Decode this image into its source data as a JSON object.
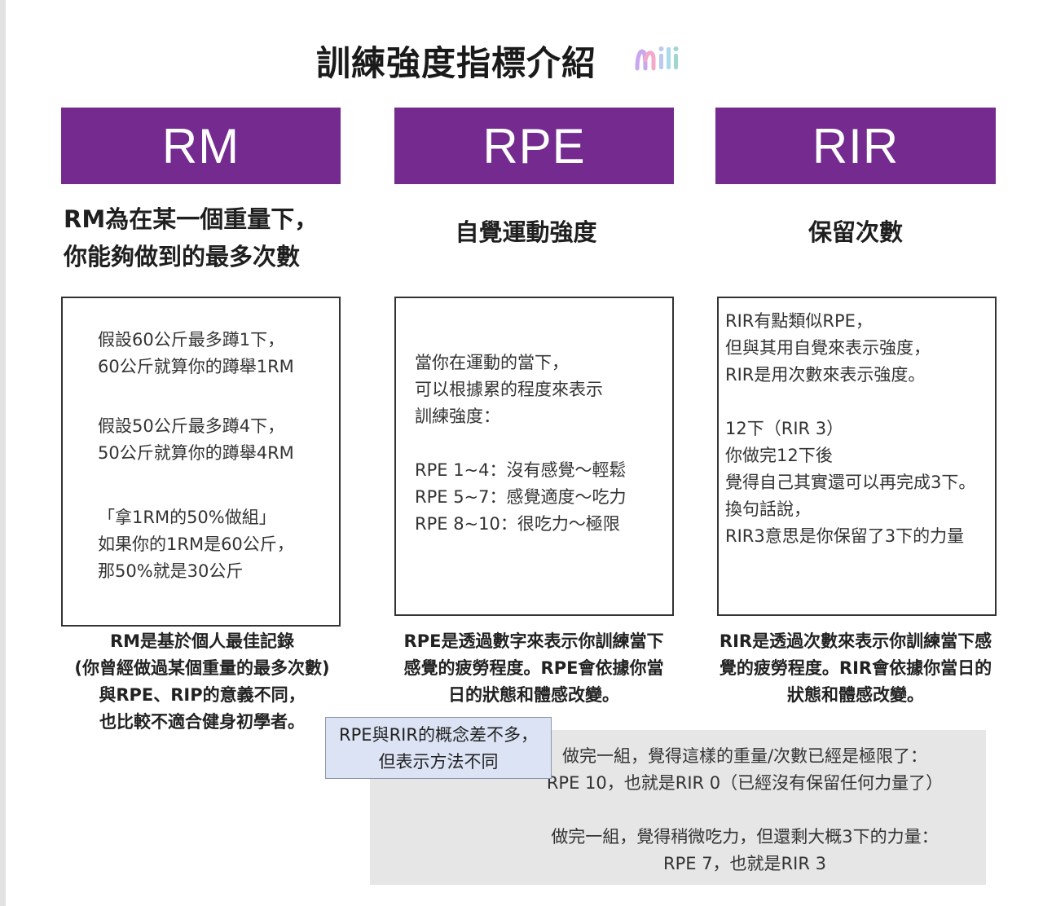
{
  "title": "訓練強度指標介紹",
  "columns": [
    {
      "header": "RM",
      "subtitle": [
        "RM為在某一個重量下，",
        "你能夠做到的最多次數"
      ],
      "box_lines": [
        "假設60公斤最多蹲1下，",
        "60公斤就算你的蹲舉1RM",
        "",
        "假設50公斤最多蹲4下，",
        "50公斤就算你的蹲舉4RM",
        "",
        "「拿1RM的50%做組」",
        "如果你的1RM是60公斤，",
        "那50%就是30公斤"
      ],
      "note": [
        "RM是基於個人最佳記錄",
        "(你曾經做過某個重量的最多次數)",
        "與RPE、RIP的意義不同，",
        "也比較不適合健身初學者。"
      ]
    },
    {
      "header": "RPE",
      "subtitle": [
        "自覺運動強度"
      ],
      "box_lines": [
        "當你在運動的當下，",
        "可以根據累的程度來表示",
        "訓練強度：",
        "",
        "RPE 1~4：沒有感覺～輕鬆",
        "RPE 5~7：感覺適度～吃力",
        "RPE 8~10：很吃力～極限"
      ],
      "note": [
        "RPE是透過數字來表示你訓練當下",
        "感覺的疲勞程度。RPE會依據你當",
        "日的狀態和體感改變。"
      ]
    },
    {
      "header": "RIR",
      "subtitle": [
        "保留次數"
      ],
      "box_lines": [
        "RIR有點類似RPE，",
        "但與其用自覺來表示強度，",
        "RIR是用次數來表示強度。",
        "",
        "12下（RIR 3）",
        "你做完12下後",
        "覺得自己其實還可以再完成3下。",
        "換句話說，",
        "RIR3意思是你保留了3下的力量"
      ],
      "note": [
        "RIR是透過次數來表示你訓練當下感",
        "覺的疲勞程度。RIR會依據你當日的",
        "狀態和體感改變。"
      ]
    }
  ],
  "callout": [
    "RPE與RIR的概念差不多，",
    "但表示方法不同"
  ],
  "example": [
    "做完一組，覺得這樣的重量/次數已經是極限了：",
    "RPE 10，也就是RIR 0（已經沒有保留任何力量了）",
    "做完一組，覺得稍微吃力，但還剩大概3下的力量：",
    "RPE 7，也就是RIR 3"
  ],
  "colors": {
    "header_bg": "#742a8f",
    "callout_bg": "#dbe3f4",
    "example_bg": "#e6e6e6"
  }
}
